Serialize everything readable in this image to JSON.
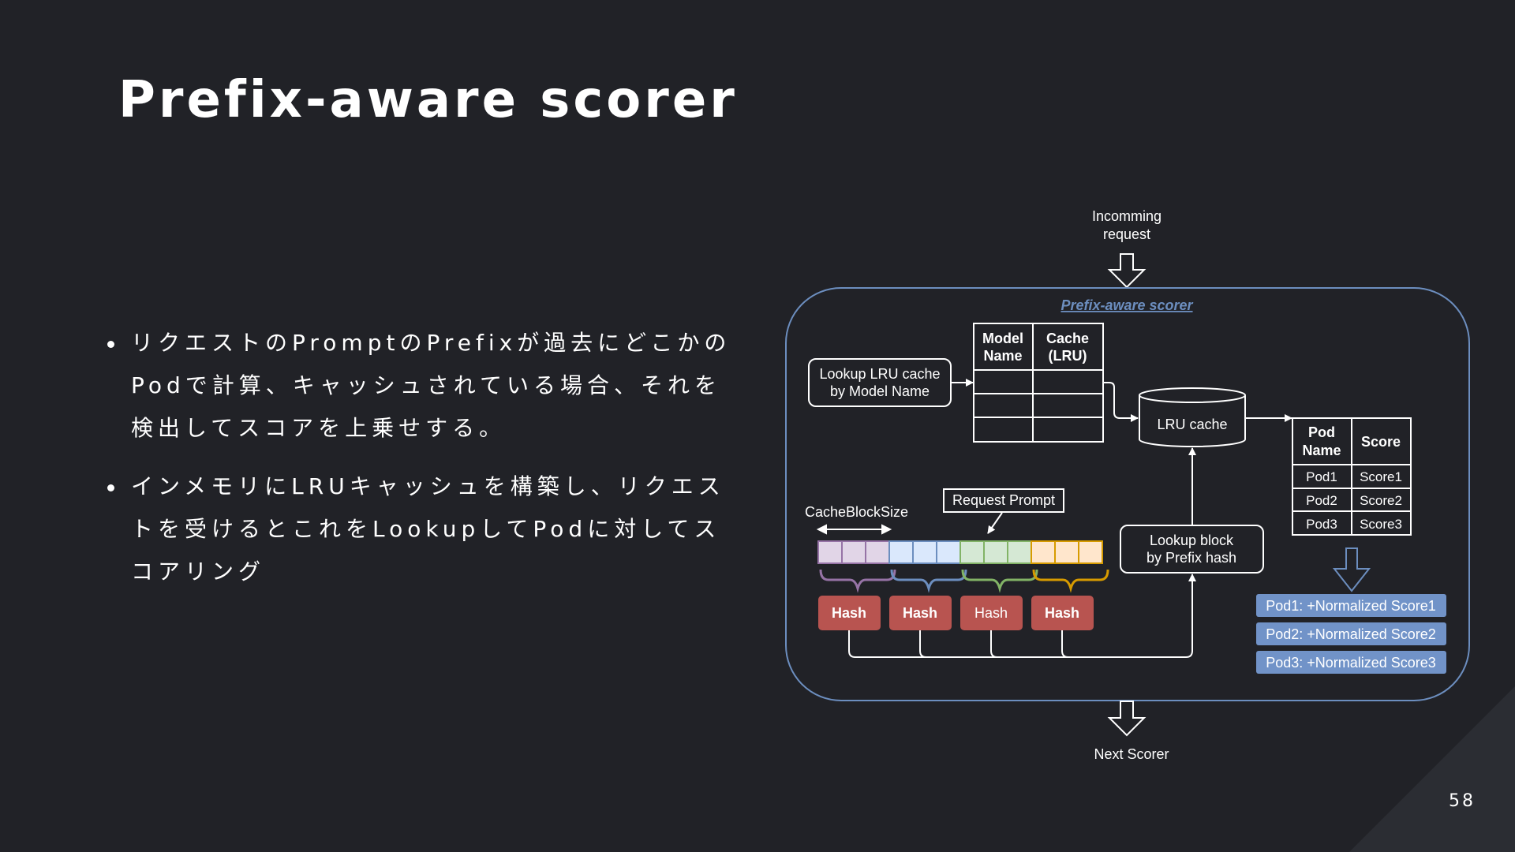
{
  "slide": {
    "title": "Prefix-aware scorer",
    "page_number": "58",
    "bullets": [
      "リクエストのPromptのPrefixが過去にどこかのPodで計算、キャッシュされている場合、それを検出してスコアを上乗せする。",
      "インメモリにLRUキャッシュを構築し、リクエストを受けるとこれをLookupしてPodに対してスコアリング"
    ]
  },
  "diagram": {
    "incoming_line1": "Incomming",
    "incoming_line2": "request",
    "container_title": "Prefix-aware scorer",
    "lookup_model_line1": "Lookup LRU cache",
    "lookup_model_line2": "by Model Name",
    "model_table_header_col1_line1": "Model",
    "model_table_header_col1_line2": "Name",
    "model_table_header_col2_line1": "Cache",
    "model_table_header_col2_line2": "(LRU)",
    "lru_cache": "LRU cache",
    "score_table_header_col1_line1": "Pod",
    "score_table_header_col1_line2": "Name",
    "score_table_header_col2": "Score",
    "score_rows": [
      {
        "pod": "Pod1",
        "score": "Score1"
      },
      {
        "pod": "Pod2",
        "score": "Score2"
      },
      {
        "pod": "Pod3",
        "score": "Score3"
      }
    ],
    "cache_block_size": "CacheBlockSize",
    "request_prompt": "Request Prompt",
    "hash_labels": [
      "Hash",
      "Hash",
      "Hash",
      "Hash"
    ],
    "lookup_block_line1": "Lookup block",
    "lookup_block_line2": "by Prefix hash",
    "results": [
      "Pod1: +Normalized Score1",
      "Pod2: +Normalized Score2",
      "Pod3: +Normalized Score3"
    ],
    "next_scorer": "Next Scorer"
  },
  "colors": {
    "background": "#212227",
    "container_border": "#6c8ebf",
    "hash_fill": "#b85450",
    "result_fill": "#7193c8",
    "block_purple": "#e1d5e7",
    "block_blue": "#dae8fc",
    "block_green": "#d5e8d4",
    "block_orange": "#ffe6cc",
    "brace_purple": "#9673a6",
    "brace_blue": "#6c8ebf",
    "brace_green": "#82b366",
    "brace_orange": "#d79b00"
  }
}
